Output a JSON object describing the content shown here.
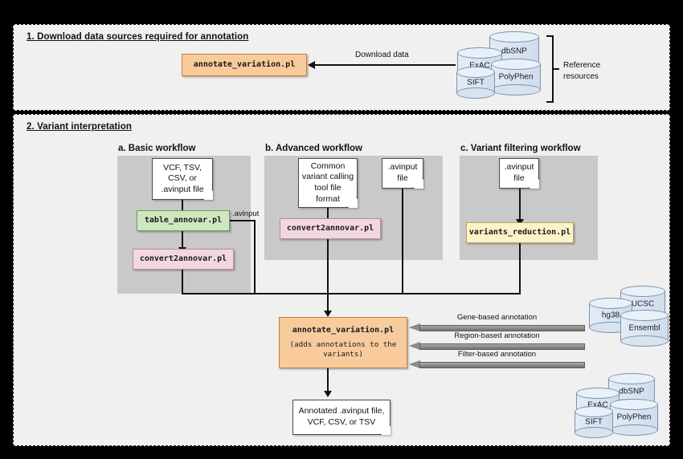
{
  "panels": {
    "p1_title": "1. Download data sources required for annotation",
    "p2_title": "2. Variant interpretation"
  },
  "panel1": {
    "process_box": "annotate_variation.pl",
    "arrow_label": "Download data",
    "bracket_label_line1": "Reference",
    "bracket_label_line2": "resources",
    "databases": [
      "dbSNP",
      "ExAC",
      "PolyPhen",
      "SIFT"
    ]
  },
  "workflows": [
    {
      "title": "a. Basic workflow",
      "input_note": "VCF, TSV,\nCSV, or\n.avinput file",
      "steps": [
        "table_annovar.pl",
        "convert2annovar.pl"
      ],
      "edge_label": ".avinput"
    },
    {
      "title": "b. Advanced workflow",
      "input_note": "Common\nvariant calling\ntool file\nformat",
      "input_note2": ".avinput\nfile",
      "steps": [
        "convert2annovar.pl"
      ]
    },
    {
      "title": "c. Variant filtering workflow",
      "input_note": ".avinput\nfile",
      "steps": [
        "variants_reduction.pl"
      ]
    }
  ],
  "center": {
    "box_title": "annotate_variation.pl",
    "box_sub": "(adds annotations to the\nvariants)",
    "annotations": [
      "Gene-based annotation",
      "Region-based annotation",
      "Filter-based annotation"
    ],
    "output_note": "Annotated .avinput file,\nVCF, CSV, or TSV"
  },
  "ref_db_upper": [
    "UCSC",
    "hg38",
    "Ensembl"
  ],
  "ref_db_lower": [
    "dbSNP",
    "ExAC",
    "PolyPhen",
    "SIFT"
  ],
  "colors": {
    "green": "#cfe7c0",
    "pink": "#f3d7e0",
    "yellow": "#fcf3c9",
    "orange": "#f8cb9d",
    "gray_panel": "#c9c9c9",
    "arrow_gray": "#8c8c8c",
    "cylinder": "#dbe7f3",
    "background": "#f0f0f0"
  }
}
